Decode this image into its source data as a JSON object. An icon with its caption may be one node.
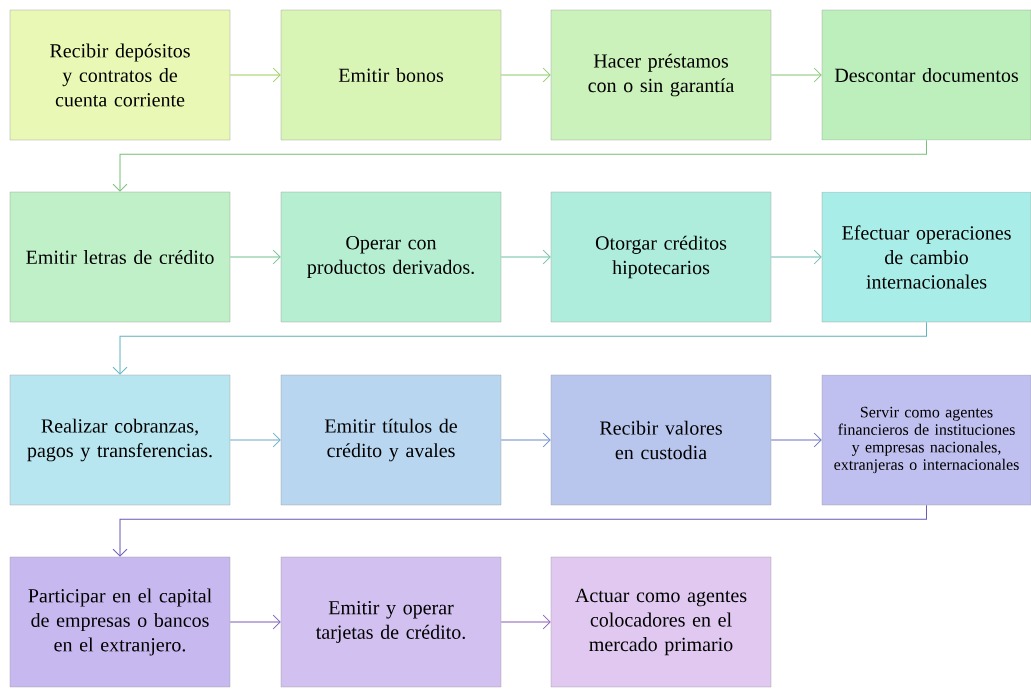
{
  "diagram": {
    "nodes": [
      {
        "text": [
          "Recibir depósitos y contratos de cuenta corriente"
        ]
      },
      {
        "text": [
          "Emitir bonos"
        ]
      },
      {
        "text": [
          "Hacer préstamos con o sin garantía"
        ]
      },
      {
        "text": [
          "Descontar documentos"
        ]
      },
      {
        "text": [
          "Emitir letras de crédito"
        ]
      },
      {
        "text": [
          "Operar con productos derivados."
        ]
      },
      {
        "text": [
          "Otorgar créditos hipotecarios"
        ]
      },
      {
        "text": [
          "Efectuar operaciones de cambio internacionales"
        ]
      },
      {
        "text": [
          "Realizar cobranzas, pagos y transferencias."
        ]
      },
      {
        "text": [
          "Emitir títulos de crédito y avales"
        ]
      },
      {
        "text": [
          "Recibir valores en custodia"
        ]
      },
      {
        "text": [
          "Servir como agentes financieros de instituciones y empresas nacionales, extranjeras o internacionales"
        ]
      },
      {
        "text": [
          "Participar en el capital de empresas o bancos en el extranjero."
        ]
      },
      {
        "text": [
          "Emitir y operar tarjetas de crédito."
        ]
      },
      {
        "text": [
          "Actuar como agentes colocadores en el mercado primario"
        ]
      }
    ],
    "edges": [
      {
        "from": 0,
        "to": 1,
        "arrow": "to",
        "color": "#9acd5a"
      },
      {
        "from": 1,
        "to": 2,
        "arrow": "to",
        "color": "#8ccb68"
      },
      {
        "from": 2,
        "to": 3,
        "arrow": "to",
        "color": "#80c870"
      },
      {
        "from": 3,
        "to": 4,
        "arrow": "to",
        "color": "#78c078"
      },
      {
        "from": 4,
        "to": 5,
        "arrow": "to",
        "color": "#70c290"
      },
      {
        "from": 5,
        "to": 6,
        "arrow": "to",
        "color": "#6cc0a0"
      },
      {
        "from": 6,
        "to": 7,
        "arrow": "to",
        "color": "#68bcae"
      },
      {
        "from": 7,
        "to": 8,
        "arrow": "to",
        "color": "#60b4c0"
      },
      {
        "from": 8,
        "to": 9,
        "arrow": "to",
        "color": "#6aa8c8"
      },
      {
        "from": 9,
        "to": 10,
        "arrow": "to",
        "color": "#6a8cc8"
      },
      {
        "from": 10,
        "to": 11,
        "arrow": "to",
        "color": "#6a70c0"
      },
      {
        "from": 11,
        "to": 12,
        "arrow": "to",
        "color": "#6a5cb8"
      },
      {
        "from": 12,
        "to": 13,
        "arrow": "to",
        "color": "#7a5cb8"
      },
      {
        "from": 13,
        "to": 14,
        "arrow": "to",
        "color": "#8a5cb8"
      }
    ]
  }
}
